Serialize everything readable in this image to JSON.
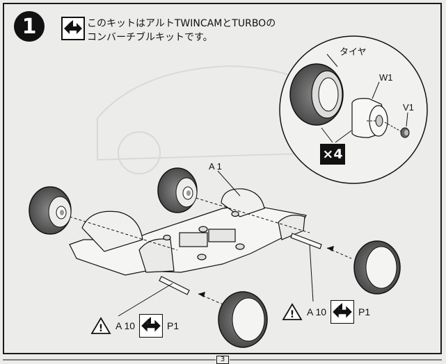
{
  "step": {
    "number": "1",
    "line1": "このキットはアルトTWINCAMとTURBOの",
    "line2": "コンバーチブルキットです。"
  },
  "labels": {
    "tire": "タイヤ",
    "wheel": "W1",
    "cap": "V1",
    "chassis": "A 1",
    "quantity": "×4"
  },
  "warnings": [
    {
      "symbol": "!",
      "part": "A 10",
      "page": "P1"
    },
    {
      "symbol": "!",
      "part": "A 10",
      "page": "P1"
    }
  ],
  "footer": {
    "page_number": "3"
  },
  "colors": {
    "ink": "#111111",
    "paper": "#ececea",
    "tire_tread": "#6a6a6a",
    "wheel_face": "#f4f4f2"
  }
}
